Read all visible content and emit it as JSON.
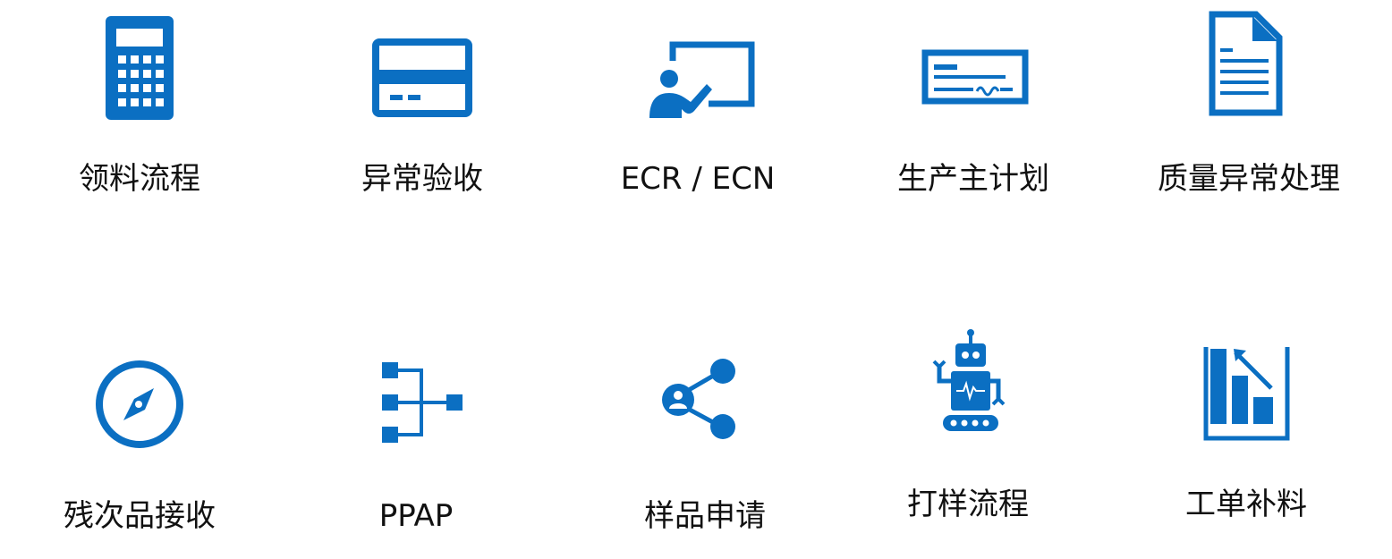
{
  "accent_color": "#0b6fc2",
  "tiles": [
    {
      "label": "领料流程",
      "icon": "calculator-icon"
    },
    {
      "label": "异常验收",
      "icon": "credit-card-icon"
    },
    {
      "label": "ECR / ECN",
      "icon": "presentation-board-icon"
    },
    {
      "label": "生产主计划",
      "icon": "check-document-icon"
    },
    {
      "label": "质量异常处理",
      "icon": "document-icon"
    },
    {
      "label": "残次品接收",
      "icon": "compass-icon"
    },
    {
      "label": "PPAP",
      "icon": "hierarchy-tree-icon"
    },
    {
      "label": "样品申请",
      "icon": "share-user-icon"
    },
    {
      "label": "打样流程",
      "icon": "robot-icon"
    },
    {
      "label": "工单补料",
      "icon": "bar-chart-icon"
    }
  ]
}
